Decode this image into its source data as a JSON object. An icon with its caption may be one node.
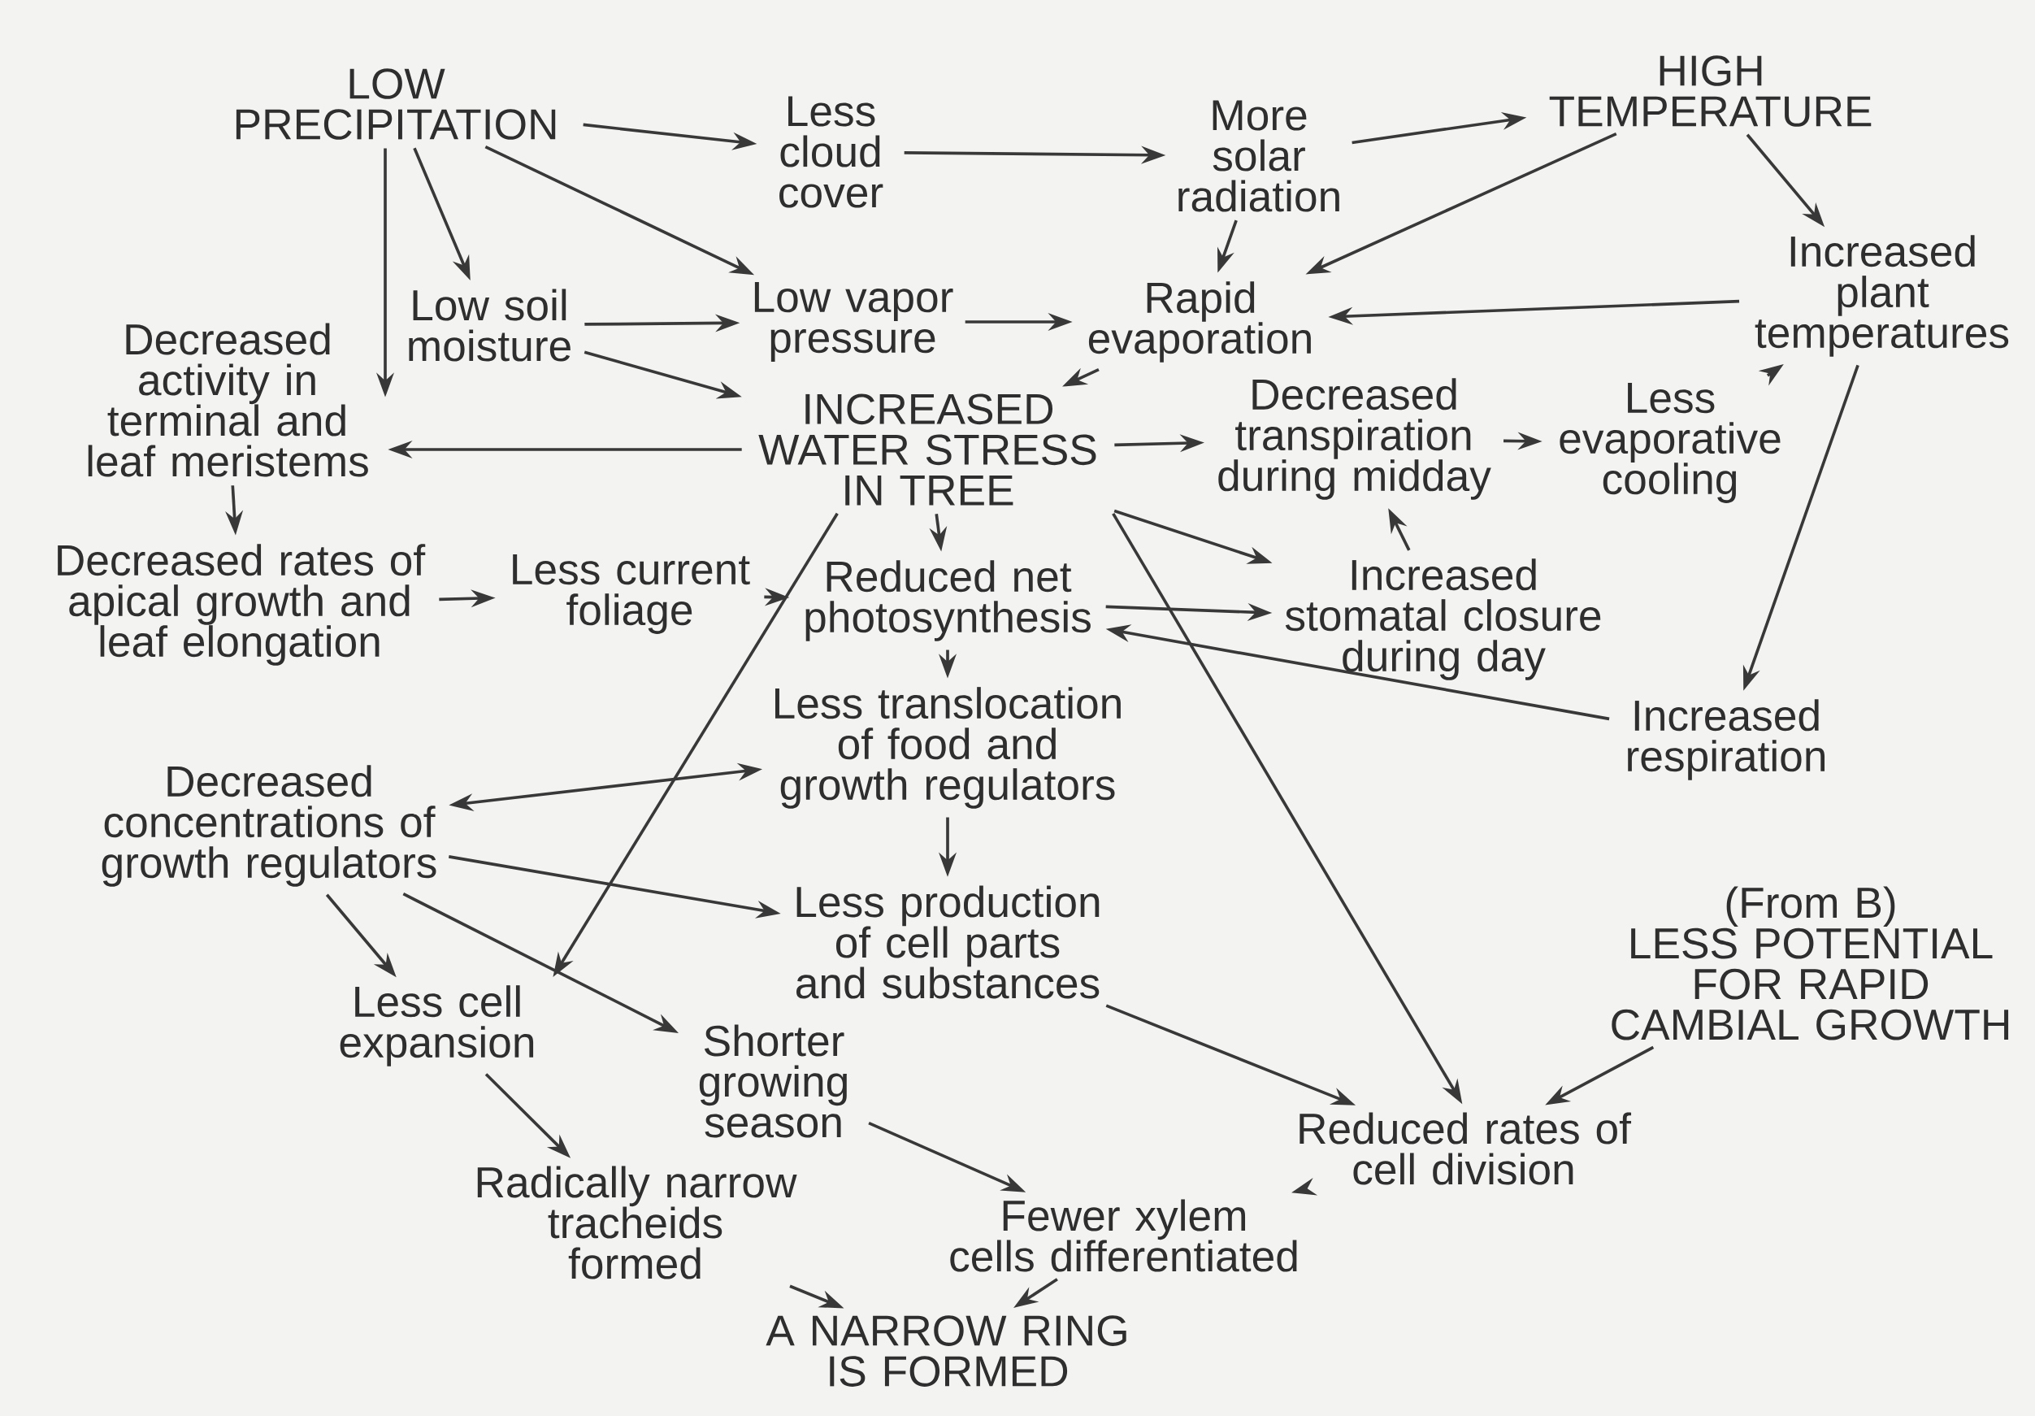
{
  "diagram": {
    "nodes": [
      {
        "text": [
          "LOW PRECIPITATION"
        ]
      },
      {
        "text": [
          "Less cloud cover"
        ]
      },
      {
        "text": [
          "More solar radiation"
        ]
      },
      {
        "text": [
          "HIGH TEMPERATURE"
        ]
      },
      {
        "text": [
          "Low soil moisture"
        ]
      },
      {
        "text": [
          "Low vapor pressure"
        ]
      },
      {
        "text": [
          "Rapid evaporation"
        ]
      },
      {
        "text": [
          "Increased plant temperatures"
        ]
      },
      {
        "text": [
          "Decreased activity in terminal and leaf meristems"
        ]
      },
      {
        "text": [
          "INCREASED WATER STRESS IN TREE"
        ]
      },
      {
        "text": [
          "Decreased transpiration during midday"
        ]
      },
      {
        "text": [
          "Less evaporative cooling"
        ]
      },
      {
        "text": [
          "Decreased rates of apical growth and leaf elongation"
        ]
      },
      {
        "text": [
          "Less current foliage"
        ]
      },
      {
        "text": [
          "Reduced net photosynthesis"
        ]
      },
      {
        "text": [
          "Increased stomatal closure during day"
        ]
      },
      {
        "text": [
          "Increased respiration"
        ]
      },
      {
        "text": [
          "Less translocation of food and growth regulators"
        ]
      },
      {
        "text": [
          "Decreased concentrations of growth regulators"
        ]
      },
      {
        "text": [
          "Less production of cell parts and substances"
        ]
      },
      {
        "text": [
          "(From B)",
          "LESS POTENTIAL FOR RAPID CAMBIAL GROWTH"
        ]
      },
      {
        "text": [
          "Less cell expansion"
        ]
      },
      {
        "text": [
          "Shorter growing season"
        ]
      },
      {
        "text": [
          "Reduced rates of cell division"
        ]
      },
      {
        "text": [
          "Radically narrow tracheids formed"
        ]
      },
      {
        "text": [
          "Fewer xylem cells differentiated"
        ]
      },
      {
        "text": [
          "A NARROW RING IS FORMED"
        ]
      }
    ],
    "edges": [
      {
        "from": 0,
        "to": 1,
        "arrow": "to"
      },
      {
        "from": 1,
        "to": 2,
        "arrow": "to"
      },
      {
        "from": 2,
        "to": 3,
        "arrow": "to"
      },
      {
        "from": 0,
        "to": 4,
        "arrow": "to"
      },
      {
        "from": 0,
        "to": 5,
        "arrow": "to"
      },
      {
        "from": 0,
        "to": 8,
        "arrow": "to"
      },
      {
        "from": 2,
        "to": 6,
        "arrow": "to"
      },
      {
        "from": 3,
        "to": 6,
        "arrow": "to"
      },
      {
        "from": 3,
        "to": 7,
        "arrow": "to"
      },
      {
        "from": 4,
        "to": 5,
        "arrow": "to"
      },
      {
        "from": 4,
        "to": 9,
        "arrow": "to"
      },
      {
        "from": 5,
        "to": 6,
        "arrow": "to"
      },
      {
        "from": 6,
        "to": 9,
        "arrow": "to"
      },
      {
        "from": 7,
        "to": 6,
        "arrow": "to"
      },
      {
        "from": 9,
        "to": 8,
        "arrow": "to"
      },
      {
        "from": 9,
        "to": 10,
        "arrow": "to"
      },
      {
        "from": 10,
        "to": 11,
        "arrow": "to"
      },
      {
        "from": 11,
        "to": 7,
        "arrow": "to"
      },
      {
        "from": 7,
        "to": 16,
        "arrow": "to"
      },
      {
        "from": 15,
        "to": 10,
        "arrow": "to"
      },
      {
        "from": 9,
        "to": 15,
        "arrow": "to"
      },
      {
        "from": 9,
        "to": 14,
        "arrow": "to"
      },
      {
        "from": 9,
        "to": 21,
        "arrow": "to"
      },
      {
        "from": 9,
        "to": 23,
        "arrow": "to"
      },
      {
        "from": 14,
        "to": 15,
        "arrow": "to"
      },
      {
        "from": 16,
        "to": 14,
        "arrow": "to"
      },
      {
        "from": 8,
        "to": 12,
        "arrow": "to"
      },
      {
        "from": 12,
        "to": 13,
        "arrow": "to"
      },
      {
        "from": 13,
        "to": 14,
        "arrow": "to"
      },
      {
        "from": 14,
        "to": 17,
        "arrow": "to"
      },
      {
        "from": 18,
        "to": 17,
        "arrow": "both"
      },
      {
        "from": 17,
        "to": 19,
        "arrow": "to"
      },
      {
        "from": 18,
        "to": 19,
        "arrow": "to"
      },
      {
        "from": 18,
        "to": 21,
        "arrow": "to"
      },
      {
        "from": 18,
        "to": 22,
        "arrow": "to"
      },
      {
        "from": 19,
        "to": 23,
        "arrow": "to"
      },
      {
        "from": 20,
        "to": 23,
        "arrow": "to"
      },
      {
        "from": 23,
        "to": 25,
        "arrow": "to"
      },
      {
        "from": 21,
        "to": 24,
        "arrow": "to"
      },
      {
        "from": 22,
        "to": 25,
        "arrow": "to"
      },
      {
        "from": 24,
        "to": 26,
        "arrow": "to"
      },
      {
        "from": 25,
        "to": 26,
        "arrow": "to"
      }
    ]
  }
}
